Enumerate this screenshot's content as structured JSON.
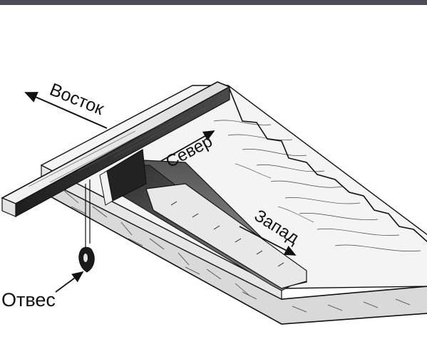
{
  "labels": {
    "east": "Восток",
    "north": "Север",
    "west": "Запад",
    "plumb": "Отвес"
  },
  "colors": {
    "top_bar": "#4d4c57",
    "ink": "#111111",
    "shadow": "#3a3a3a",
    "dark_fill": "#6b6b6b",
    "light_fill": "#f4f4f4"
  }
}
